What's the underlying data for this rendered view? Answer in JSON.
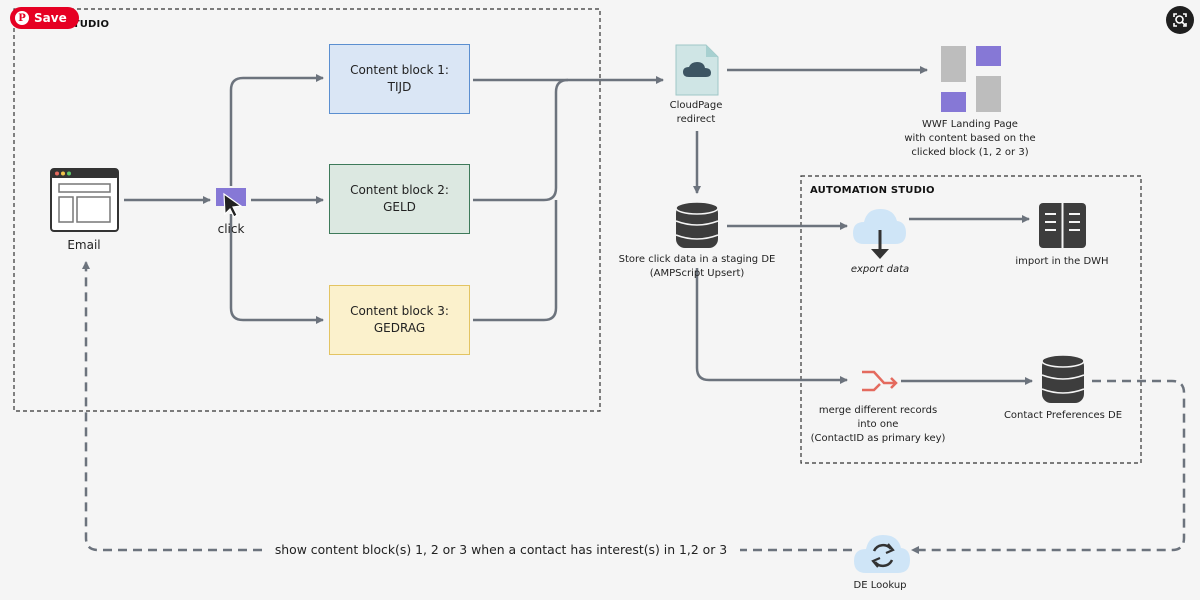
{
  "regions": {
    "email_studio": "EMAIL STUDIO",
    "automation_studio": "AUTOMATION STUDIO"
  },
  "pinterest": {
    "save_label": "Save",
    "logo_glyph": "P"
  },
  "nodes": {
    "email": "Email",
    "click": "click",
    "block1": {
      "line1": "Content block 1:",
      "line2": "TIJD"
    },
    "block2": {
      "line1": "Content block 2:",
      "line2": "GELD"
    },
    "block3": {
      "line1": "Content block 3:",
      "line2": "GEDRAG"
    },
    "cloudpage": {
      "line1": "CloudPage",
      "line2": "redirect"
    },
    "landing": {
      "line1": "WWF Landing Page",
      "line2": "with content based on the",
      "line3": "clicked block (1, 2 or 3)"
    },
    "staging": {
      "line1": "Store click data in a staging DE",
      "line2": "(AMPScript Upsert)"
    },
    "export": "export data",
    "dwh": "import in the DWH",
    "merge": {
      "line1": "merge different records",
      "line2": "into one",
      "line3": "(ContactID as primary key)"
    },
    "contact_prefs": "Contact Preferences DE",
    "de_lookup": "DE Lookup"
  },
  "loop_label": "show content block(s) 1, 2 or 3 when a contact has interest(s) in 1,2 or 3",
  "colors": {
    "arrow": "#6c737d",
    "block1_fill": "#dae6f5",
    "block1_border": "#5b8fd0",
    "block2_fill": "#dce8e1",
    "block2_border": "#3e7a5a",
    "block3_fill": "#fbf1cc",
    "block3_border": "#e3c462",
    "accent_purple": "#8678d6",
    "db_dark": "#3d3d3d",
    "merge_red": "#e46a5e",
    "cloud_blue": "#cfe5f7"
  },
  "icons": [
    "email-window-icon",
    "cursor-click-icon",
    "document-cloud-icon",
    "landing-layout-icon",
    "database-icon",
    "cloud-download-icon",
    "server-icon",
    "merge-arrow-icon",
    "refresh-icon",
    "lens-search-icon",
    "pinterest-logo-icon"
  ]
}
